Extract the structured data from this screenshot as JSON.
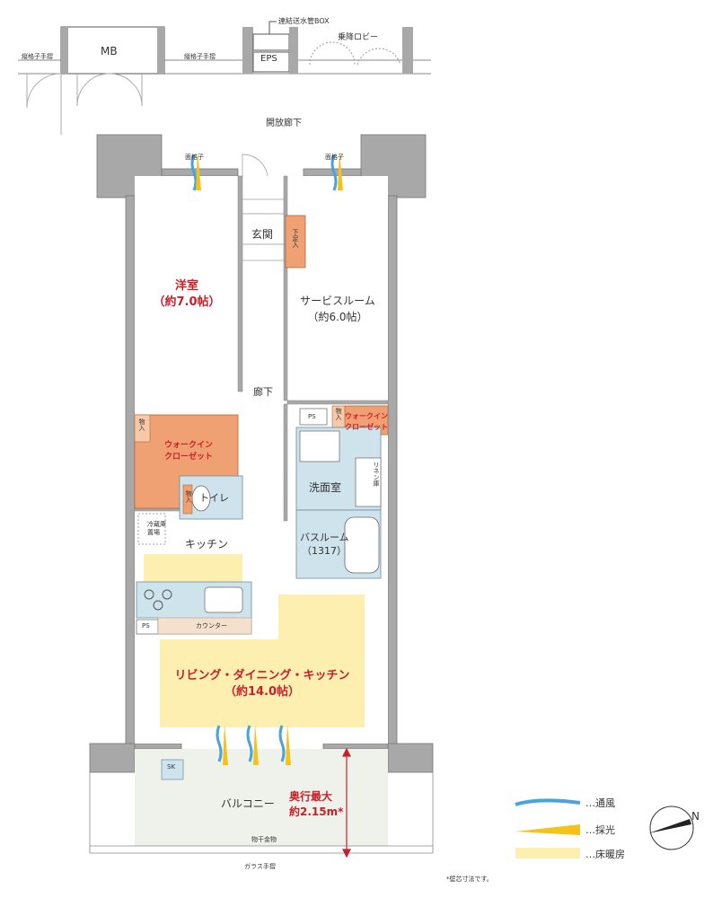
{
  "rooms": {
    "western": {
      "name": "洋室",
      "size": "（約7.0帖）"
    },
    "service": {
      "name": "サービスルーム",
      "size": "（約6.0帖）"
    },
    "ldk": {
      "name": "リビング・ダイニング・キッチン",
      "size": "（約14.0帖）"
    },
    "kitchen": "キッチン",
    "entrance": "玄関",
    "corridor": "廊下",
    "toilet": "トイレ",
    "washroom": "洗面室",
    "bathroom": {
      "name": "バスルーム",
      "size": "（1317）"
    },
    "balcony": "バルコニー",
    "wic1": {
      "line1": "ウォークイン",
      "line2": "クローゼット"
    },
    "wic2": {
      "line1": "ウォークイン",
      "line2": "クローゼット"
    }
  },
  "labels": {
    "mb": "MB",
    "eps": "EPS",
    "pipe_box": "連結送水管BOX",
    "lobby": "乗降ロビー",
    "railing_left": "縦格子手摺",
    "railing_right": "縦格子手摺",
    "open_corridor": "開放廊下",
    "lattice_left": "面格子",
    "lattice_right": "面格子",
    "shoe": "下足入",
    "storage_left": "物入",
    "storage_toilet": "物入",
    "linen": "リネン庫",
    "storage_wash": "物入",
    "ps1": "PS",
    "ps2": "PS",
    "fridge": "冷蔵庫置場",
    "counter": "カウンター",
    "drying": "物干金物",
    "glass_railing": "ガラス手摺",
    "sk": "SK",
    "depth_title": "奥行最大",
    "depth_value": "約2.15m*",
    "footnote": "*壁芯寸法です。"
  },
  "legend": {
    "wind": "…通風",
    "light": "…採光",
    "floor_heating": "…床暖房"
  },
  "compass": {
    "label": "N"
  },
  "colors": {
    "wall": "#a8a8a8",
    "closet": "#f0a173",
    "wet": "#cfe3ed",
    "heating": "#fcefb0",
    "balcony": "#eef2ea",
    "accent_red": "#c8202a",
    "wind": "#4aa3df",
    "light": "#f4c21a"
  }
}
